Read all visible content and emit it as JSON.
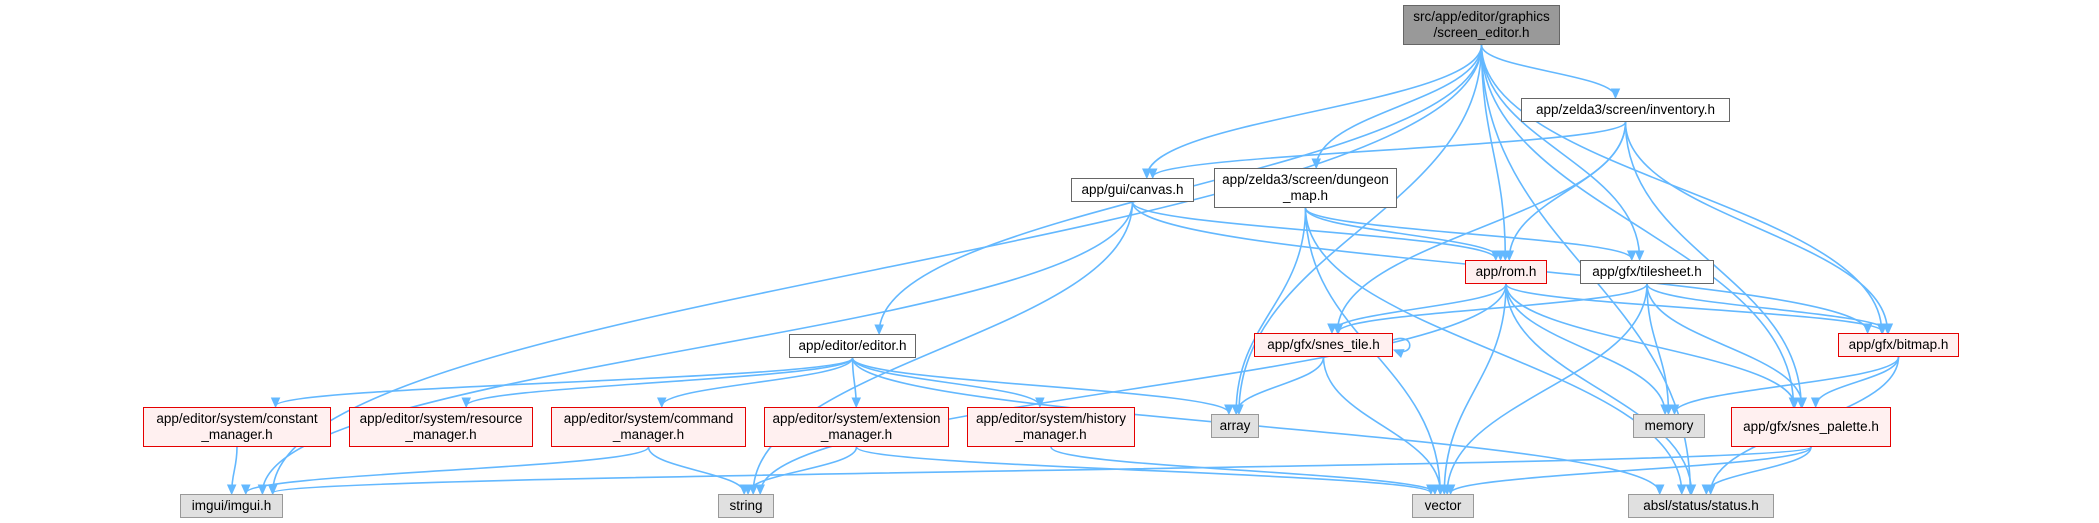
{
  "nodes": {
    "root": "src/app/editor/graphics\n/screen_editor.h",
    "inventory": "app/zelda3/screen/inventory.h",
    "canvas": "app/gui/canvas.h",
    "dungeon_map": "app/zelda3/screen/dungeon\n_map.h",
    "rom": "app/rom.h",
    "tilesheet": "app/gfx/tilesheet.h",
    "editor": "app/editor/editor.h",
    "snes_tile": "app/gfx/snes_tile.h",
    "bitmap": "app/gfx/bitmap.h",
    "constant_manager": "app/editor/system/constant\n_manager.h",
    "resource_manager": "app/editor/system/resource\n_manager.h",
    "command_manager": "app/editor/system/command\n_manager.h",
    "extension_manager": "app/editor/system/extension\n_manager.h",
    "history_manager": "app/editor/system/history\n_manager.h",
    "array": "array",
    "memory": "memory",
    "snes_palette": "app/gfx/snes_palette.h",
    "imgui": "imgui/imgui.h",
    "string": "string",
    "vector": "vector",
    "status": "absl/status/status.h"
  },
  "style": {
    "edge_color": "#63b8ff",
    "root_fill": "#999999",
    "normal_fill": "#ffffff",
    "incomplete_fill": "#fff0f0",
    "incomplete_border": "#e50000",
    "external_fill": "#e0e0e0"
  },
  "edges": [
    [
      "root",
      "inventory"
    ],
    [
      "root",
      "canvas"
    ],
    [
      "root",
      "dungeon_map"
    ],
    [
      "root",
      "rom"
    ],
    [
      "root",
      "tilesheet"
    ],
    [
      "root",
      "editor"
    ],
    [
      "root",
      "bitmap"
    ],
    [
      "root",
      "snes_palette"
    ],
    [
      "root",
      "array"
    ],
    [
      "root",
      "imgui"
    ],
    [
      "root",
      "status"
    ],
    [
      "inventory",
      "canvas"
    ],
    [
      "inventory",
      "rom"
    ],
    [
      "inventory",
      "snes_tile"
    ],
    [
      "inventory",
      "bitmap"
    ],
    [
      "inventory",
      "snes_palette"
    ],
    [
      "canvas",
      "rom"
    ],
    [
      "canvas",
      "bitmap"
    ],
    [
      "canvas",
      "imgui"
    ],
    [
      "canvas",
      "string"
    ],
    [
      "dungeon_map",
      "rom"
    ],
    [
      "dungeon_map",
      "tilesheet"
    ],
    [
      "dungeon_map",
      "array"
    ],
    [
      "dungeon_map",
      "vector"
    ],
    [
      "dungeon_map",
      "status"
    ],
    [
      "rom",
      "snes_tile"
    ],
    [
      "rom",
      "bitmap"
    ],
    [
      "rom",
      "snes_palette"
    ],
    [
      "rom",
      "memory"
    ],
    [
      "rom",
      "vector"
    ],
    [
      "rom",
      "string"
    ],
    [
      "rom",
      "status"
    ],
    [
      "tilesheet",
      "snes_tile"
    ],
    [
      "tilesheet",
      "bitmap"
    ],
    [
      "tilesheet",
      "snes_palette"
    ],
    [
      "tilesheet",
      "memory"
    ],
    [
      "tilesheet",
      "vector"
    ],
    [
      "snes_tile",
      "snes_tile"
    ],
    [
      "snes_tile",
      "array"
    ],
    [
      "snes_tile",
      "vector"
    ],
    [
      "bitmap",
      "snes_palette"
    ],
    [
      "bitmap",
      "memory"
    ],
    [
      "bitmap",
      "status"
    ],
    [
      "snes_palette",
      "vector"
    ],
    [
      "snes_palette",
      "status"
    ],
    [
      "snes_palette",
      "imgui"
    ],
    [
      "editor",
      "constant_manager"
    ],
    [
      "editor",
      "resource_manager"
    ],
    [
      "editor",
      "command_manager"
    ],
    [
      "editor",
      "extension_manager"
    ],
    [
      "editor",
      "history_manager"
    ],
    [
      "editor",
      "array"
    ],
    [
      "editor",
      "status"
    ],
    [
      "constant_manager",
      "imgui"
    ],
    [
      "command_manager",
      "imgui"
    ],
    [
      "command_manager",
      "string"
    ],
    [
      "extension_manager",
      "string"
    ],
    [
      "extension_manager",
      "vector"
    ],
    [
      "history_manager",
      "vector"
    ]
  ]
}
